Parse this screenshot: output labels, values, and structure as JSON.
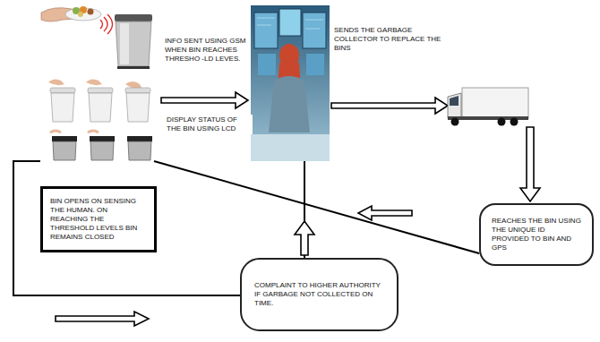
{
  "diagram": {
    "nodes": [
      {
        "text": [
          "BIN OPENS ON SENSING THE HUMAN. ON REACHING THE THRESHOLD LEVELS BIN REMAINS CLOSED"
        ]
      },
      {
        "text": [
          "COMPLAINT TO HIGHER AUTHORITY IF GARBAGE NOT COLLECTED ON TIME."
        ]
      },
      {
        "text": [
          "REACHES THE BIN USING THE UNIQUE ID PROVIDED TO BIN AND GPS"
        ]
      }
    ],
    "labels": [
      "INFO SENT USING GSM WHEN BIN REACHES THRESHO -LD LEVES.",
      "DISPLAY STATUS OF THE BIN USING LCD",
      "SENDS THE GARBAGE COLLECTOR TO REPLACE THE BINS"
    ]
  }
}
